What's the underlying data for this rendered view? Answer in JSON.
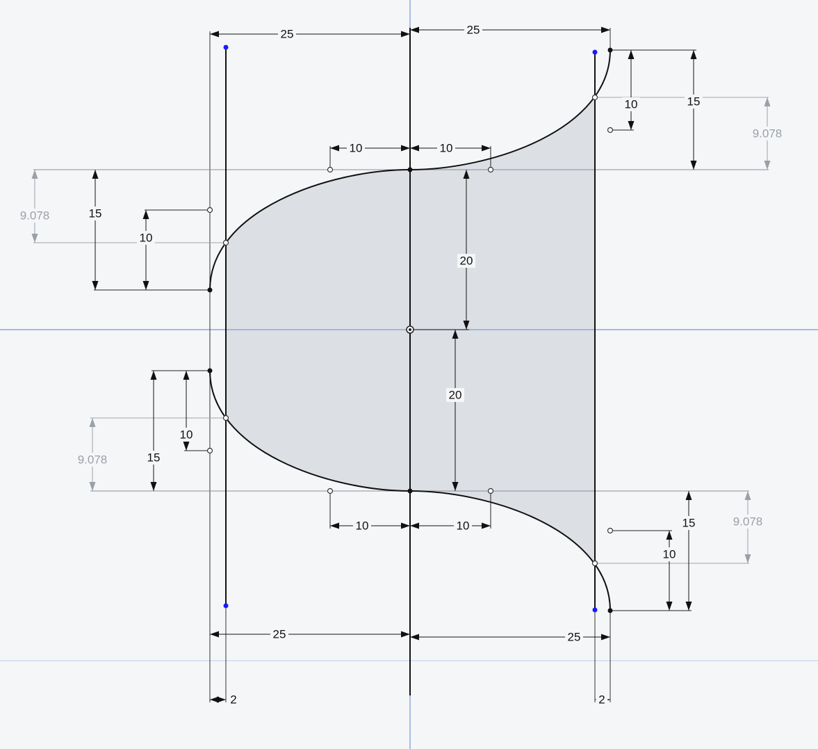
{
  "sketch": {
    "colors": {
      "background": "#f5f6f8",
      "fill": "#dcdfe4",
      "axis": "#8fa9d6",
      "geometry": "#111111",
      "dimension": "#111111",
      "driven_dimension": "#9aa0a8",
      "endpoint_free": "#1a1aff"
    },
    "dimensions": [
      {
        "label": "25"
      },
      {
        "label": "25"
      },
      {
        "label": "10"
      },
      {
        "label": "10"
      },
      {
        "label": "15"
      },
      {
        "label": "10"
      },
      {
        "label": "9.078",
        "driven": true
      },
      {
        "label": "9.078",
        "driven": true
      },
      {
        "label": "15"
      },
      {
        "label": "10"
      },
      {
        "label": "20"
      },
      {
        "label": "20"
      },
      {
        "label": "15"
      },
      {
        "label": "10"
      },
      {
        "label": "9.078",
        "driven": true
      },
      {
        "label": "10"
      },
      {
        "label": "10"
      },
      {
        "label": "15"
      },
      {
        "label": "10"
      },
      {
        "label": "9.078",
        "driven": true
      },
      {
        "label": "25"
      },
      {
        "label": "25"
      },
      {
        "label": "2"
      },
      {
        "label": "2"
      }
    ]
  }
}
